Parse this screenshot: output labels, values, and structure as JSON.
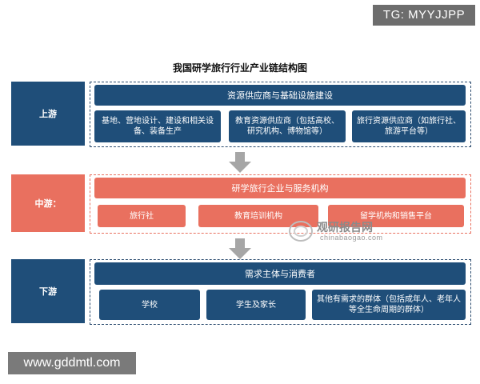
{
  "watermark_tag": "TG: MYYJJPP",
  "watermark_url": "www.gddmtl.com",
  "title": "我国研学旅行行业产业链结构图",
  "upstream": {
    "label": "上游",
    "header": "资源供应商与基础设施建设",
    "items": [
      "基地、营地设计、建设和相关设备、装备生产",
      "教育资源供应商（包括高校、研究机构、博物馆等）",
      "旅行资源供应商（如旅行社、旅游平台等）"
    ]
  },
  "midstream": {
    "label": "中游：",
    "header": "研学旅行企业与服务机构",
    "items": [
      "旅行社",
      "教育培训机构",
      "留学机构和销售平台"
    ]
  },
  "downstream": {
    "label": "下游",
    "header": "需求主体与消费者",
    "items": [
      "学校",
      "学生及家长",
      "其他有需求的群体（包括成年人、老年人等全生命周期的群体）"
    ]
  },
  "logo": {
    "cn": "观研报告网",
    "en": "chinabaogao.com"
  },
  "colors": {
    "blue": "#1f4e79",
    "salmon": "#e9705f",
    "arrow": "#a6a6a6"
  }
}
